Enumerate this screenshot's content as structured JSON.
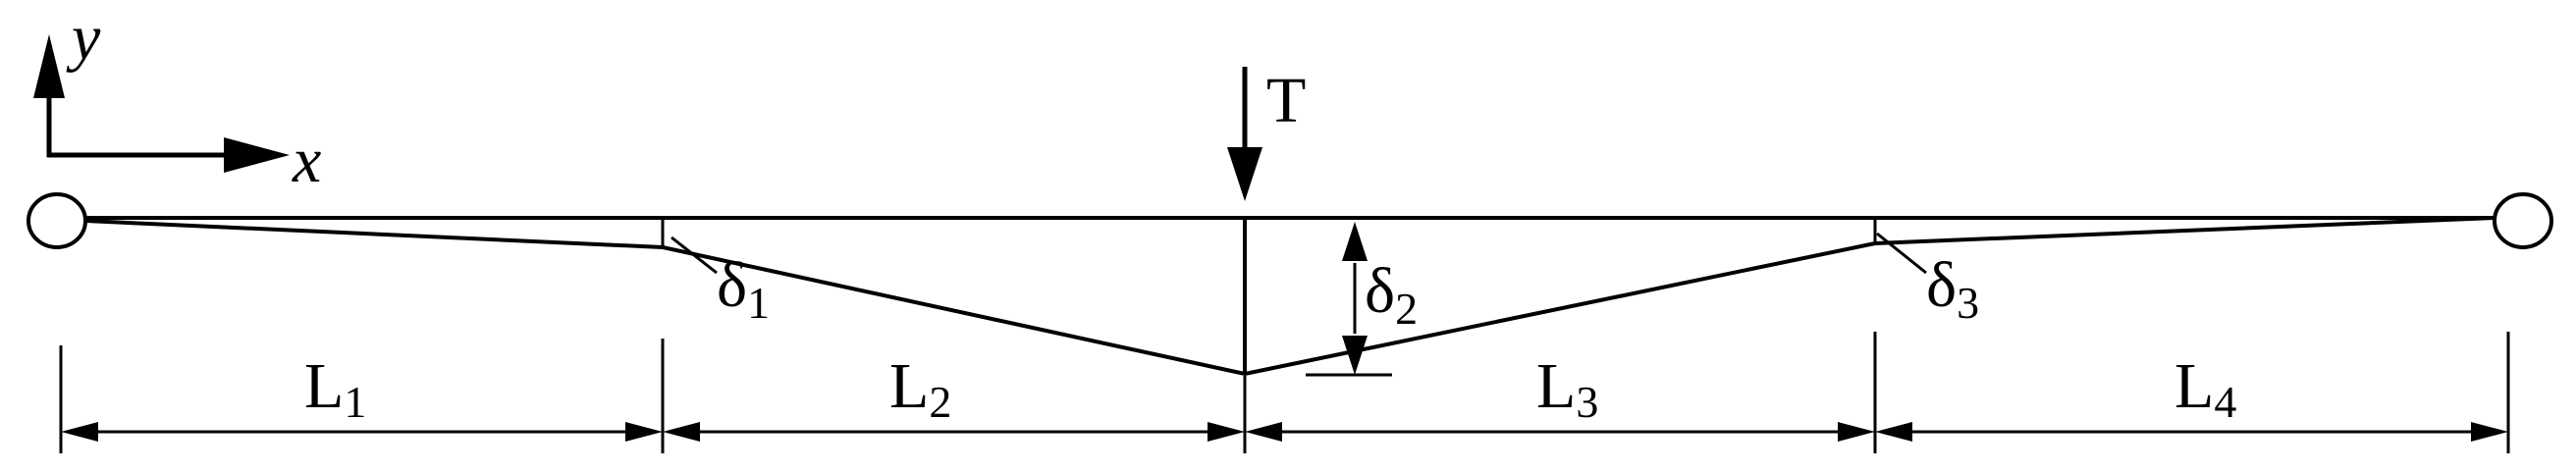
{
  "axes": {
    "y_label": "y",
    "x_label": "x"
  },
  "load": {
    "label": "T"
  },
  "deflections": {
    "d1": {
      "symbol": "δ",
      "sub": "1"
    },
    "d2": {
      "symbol": "δ",
      "sub": "2"
    },
    "d3": {
      "symbol": "δ",
      "sub": "3"
    }
  },
  "spans": [
    {
      "symbol": "L",
      "sub": "1"
    },
    {
      "symbol": "L",
      "sub": "2"
    },
    {
      "symbol": "L",
      "sub": "3"
    },
    {
      "symbol": "L",
      "sub": "4"
    }
  ],
  "colors": {
    "line": "#000000",
    "background": "#ffffff"
  }
}
